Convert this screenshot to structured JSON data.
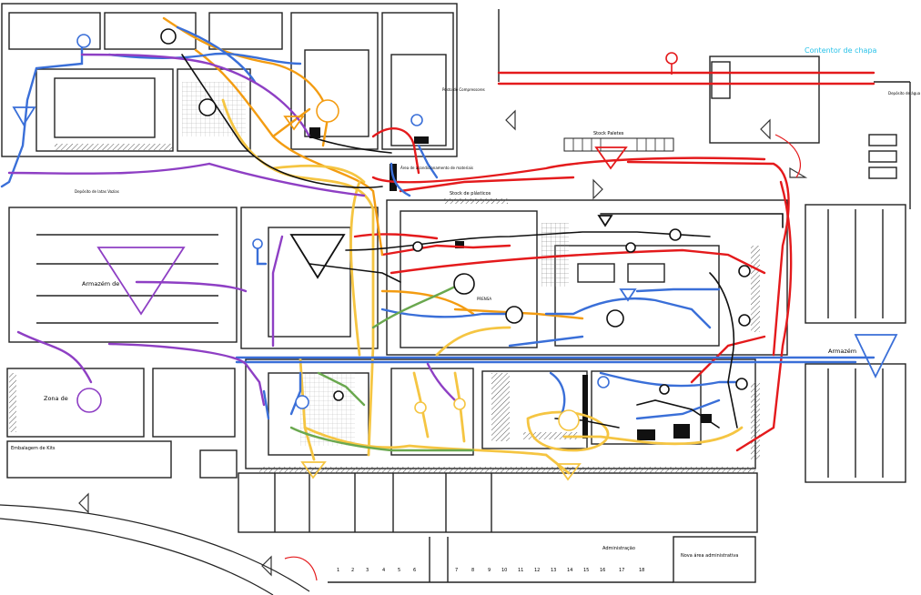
{
  "labels": {
    "contentor_chapa": "Contentor de chapa",
    "deposito_agua": "Depósito de água",
    "stock_paletes": "Stock Paletes",
    "stock_plasticos": "Stock de plásticos",
    "armazem_left": "Armazém de",
    "zona": "Zona de",
    "armazem_right": "Armazém",
    "embalagem": "Embalagem de Kits",
    "administracao": "Administração",
    "nova_area": "Nova área administrativa",
    "deposito_latas": "Depósito de latas Vazias",
    "area_acondicionamento": "Área de acondicionamento de materiais",
    "posto_compressores": "Posto de Compressores",
    "prensa": "PRENSA",
    "parking_numbers": [
      "1",
      "2",
      "3",
      "4",
      "5",
      "6",
      "7",
      "8",
      "9",
      "10",
      "11",
      "12",
      "13",
      "14",
      "15",
      "16",
      "17",
      "18"
    ]
  },
  "flow_colors": {
    "red": "#e41a1c",
    "orange": "#f39c12",
    "yellow": "#f5c542",
    "blue": "#3a6fd8",
    "purple": "#8e3fc4",
    "green": "#6aa84f",
    "black": "#111111",
    "cyan_text": "#27c1e8"
  }
}
